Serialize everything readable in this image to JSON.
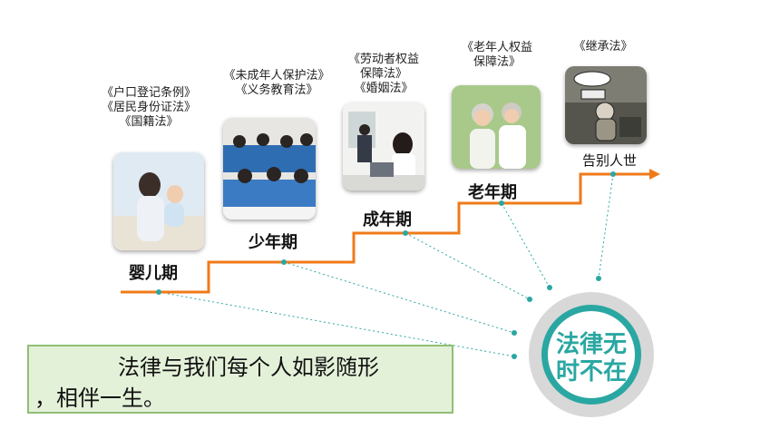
{
  "stages": [
    {
      "id": "infant",
      "label": "婴儿期",
      "laws": "《户口登记条例》\n《居民身份证法》\n《国籍法》",
      "photo_icon": "mother-baby-photo"
    },
    {
      "id": "youth",
      "label": "少年期",
      "laws": "《未成年人保护法》\n《义务教育法》",
      "photo_icon": "classroom-students-photo"
    },
    {
      "id": "adult",
      "label": "成年期",
      "laws": "《劳动者权益\n保障法》\n《婚姻法》",
      "photo_icon": "office-workers-photo"
    },
    {
      "id": "elderly",
      "label": "老年期",
      "laws": "《老年人权益\n保障法》",
      "photo_icon": "elderly-couple-photo"
    },
    {
      "id": "death",
      "label": "告别人世",
      "laws": "《继承法》",
      "photo_icon": "cartoon-elder-photo"
    }
  ],
  "summary": {
    "line1": "法律与我们每个人如影随形",
    "line2": "，相伴一生。"
  },
  "badge": {
    "line1": "法律无",
    "line2": "时不在"
  },
  "colors": {
    "timeline": "#f07a1a",
    "accent": "#2aa7a2",
    "note_bg": "#e4f1d9",
    "note_border": "#8fbf75"
  }
}
